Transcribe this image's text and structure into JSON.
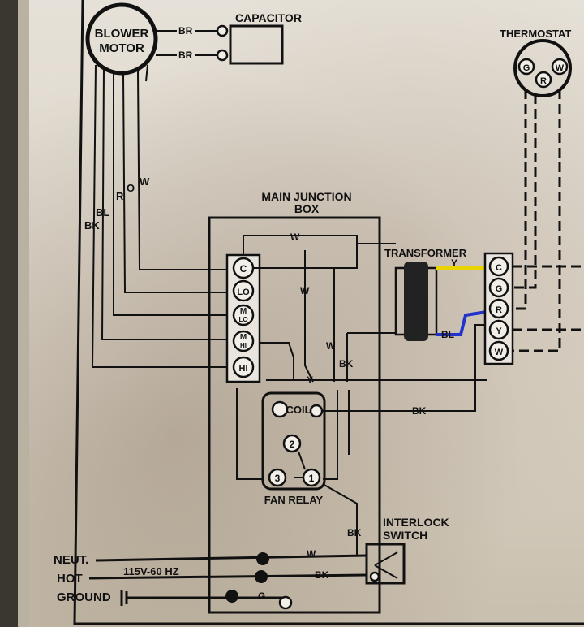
{
  "blower": {
    "line1": "BLOWER",
    "line2": "MOTOR"
  },
  "capacitor": {
    "label": "CAPACITOR",
    "wire1": "BR",
    "wire2": "BR"
  },
  "thermostat": {
    "label": "THERMOSTAT",
    "g": "G",
    "r": "R",
    "w": "W"
  },
  "motor_leads": [
    "BK",
    "BL",
    "R",
    "O",
    "W"
  ],
  "junction_box": {
    "line1": "MAIN JUNCTION",
    "line2": "BOX"
  },
  "speed_terminals": [
    {
      "code": "C"
    },
    {
      "code": "LO"
    },
    {
      "code": "M",
      "sub": "LO"
    },
    {
      "code": "M",
      "sub": "HI"
    },
    {
      "code": "HI"
    }
  ],
  "transformer": {
    "label": "TRANSFORMER",
    "y_wire": "Y",
    "bl_wire": "BL"
  },
  "tstat_terminals": [
    "C",
    "G",
    "R",
    "Y",
    "W"
  ],
  "fan_relay": {
    "label": "FAN RELAY",
    "coil": "COIL",
    "t1": "1",
    "t2": "2",
    "t3": "3"
  },
  "interlock": {
    "line1": "INTERLOCK",
    "line2": "SWITCH"
  },
  "wire_labels": {
    "top_w": "W",
    "mid_w": "W",
    "w2": "W",
    "bk1": "BK",
    "y1": "Y",
    "bk2": "BK",
    "bk3": "BK",
    "neut_w": "W",
    "hot_bk": "BK",
    "gnd_g": "G"
  },
  "power": {
    "neut": "NEUT.",
    "hot": "HOT",
    "ground": "GROUND",
    "spec": "115V-60 HZ"
  },
  "colors": {
    "yellow_wire": "#e8d400",
    "blue_wire": "#2233cc"
  }
}
